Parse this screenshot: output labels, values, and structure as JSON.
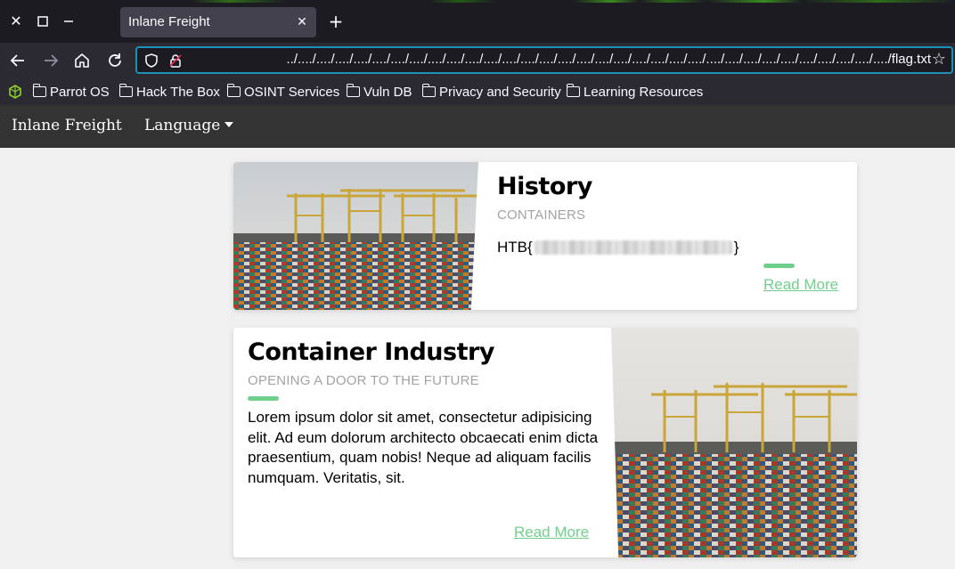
{
  "browser": {
    "tab": {
      "title": "Inlane Freight"
    },
    "url": "../..../..../..../..../..../..../..../..../..../..../..../..../..../..../..../..../..../..../..../..../..../..../..../..../..../..../..../..../..../..../..../..../flag.txt",
    "bookmarks": [
      {
        "label": "Parrot OS"
      },
      {
        "label": "Hack The Box"
      },
      {
        "label": "OSINT Services"
      },
      {
        "label": "Vuln DB"
      },
      {
        "label": "Privacy and Security"
      },
      {
        "label": "Learning Resources"
      }
    ]
  },
  "site": {
    "brand": "Inlane Freight",
    "language_menu": "Language"
  },
  "cards": [
    {
      "title": "History",
      "subtitle": "CONTAINERS",
      "flag_prefix": "HTB{",
      "flag_suffix": "}",
      "read_more": "Read More"
    },
    {
      "title": "Container Industry",
      "subtitle": "OPENING A DOOR TO THE FUTURE",
      "body": "Lorem ipsum dolor sit amet, consectetur adipisicing elit. Ad eum dolorum architecto obcaecati enim dicta praesentium, quam nobis! Neque ad aliquam facilis numquam. Veritatis, sit.",
      "read_more": "Read More"
    }
  ],
  "colors": {
    "accent": "#6fd08c",
    "url_focus": "#1f8fb5",
    "site_nav": "#333333"
  }
}
